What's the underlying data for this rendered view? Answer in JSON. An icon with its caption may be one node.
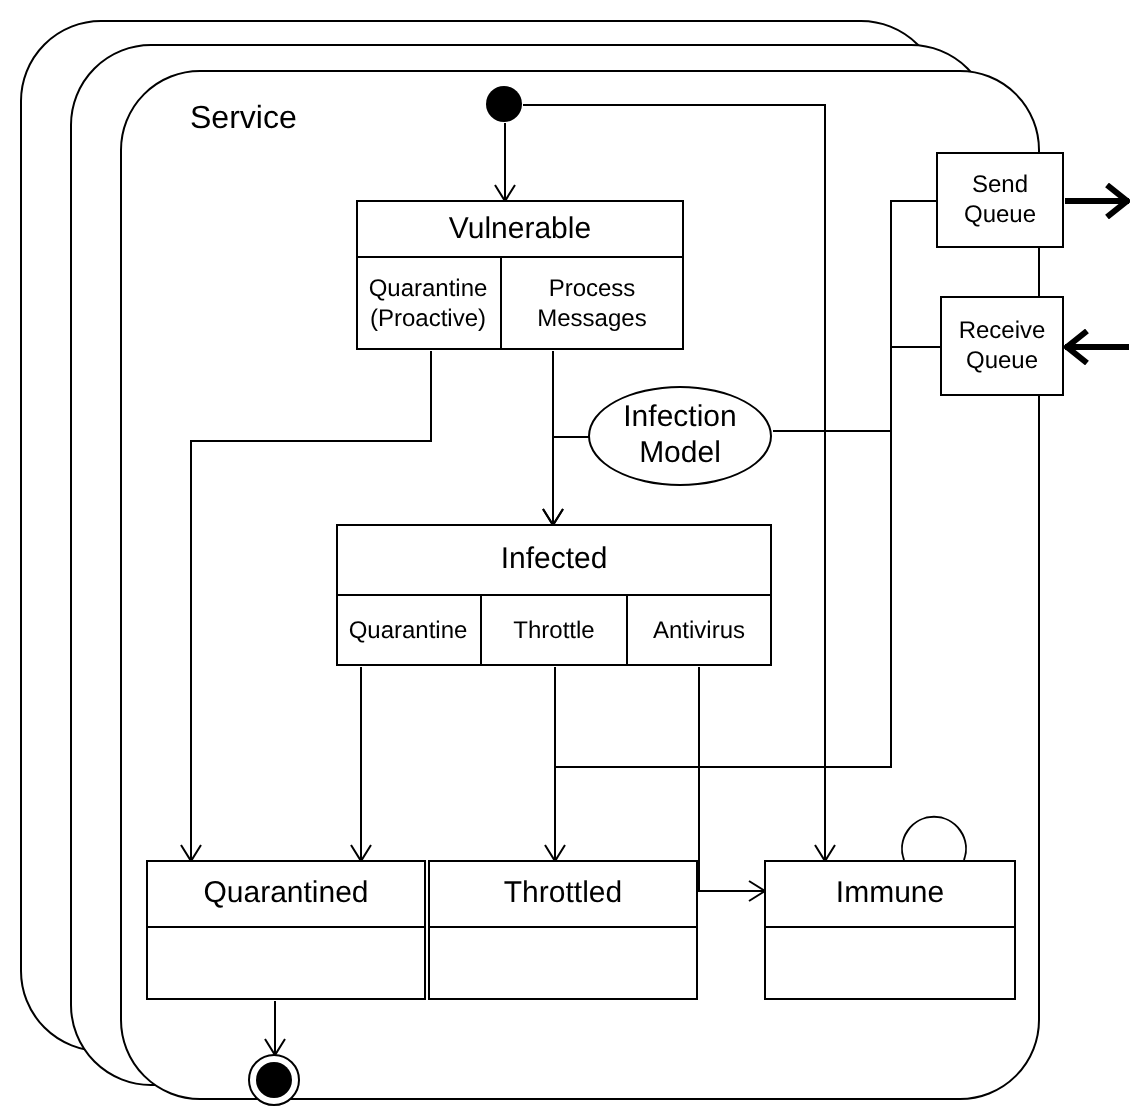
{
  "diagram": {
    "nodes": [
      {
        "text": [
          "Service"
        ]
      },
      {
        "text": [],
        "shape": "circle",
        "in": 0
      },
      {
        "text": [
          "Vulnerable"
        ],
        "in": 0
      },
      {
        "text": [
          "Quarantine (Proactive)"
        ],
        "in": 2
      },
      {
        "text": [
          "Process Messages"
        ],
        "in": 2
      },
      {
        "text": [
          "Infection Model"
        ],
        "in": 0
      },
      {
        "text": [
          "Infected"
        ],
        "in": 0
      },
      {
        "text": [
          "Quarantine"
        ],
        "in": 6
      },
      {
        "text": [
          "Throttle"
        ],
        "in": 6
      },
      {
        "text": [
          "Antivirus"
        ],
        "in": 6
      },
      {
        "text": [
          "Quarantined"
        ],
        "in": 0
      },
      {
        "text": [
          "Throttled"
        ],
        "in": 0
      },
      {
        "text": [
          "Immune"
        ],
        "in": 0
      },
      {
        "text": [
          "Send Queue"
        ]
      },
      {
        "text": [
          "Receive Queue"
        ]
      },
      {
        "text": [],
        "shape": "circle"
      }
    ],
    "edges": [
      {
        "from": 1,
        "to": 2,
        "arrow": "to"
      },
      {
        "from": 1,
        "to": 12,
        "arrow": "to"
      },
      {
        "from": 4,
        "to": 6,
        "arrow": "to"
      },
      {
        "from": 5,
        "to": 6,
        "arrow": "to"
      },
      {
        "from": 3,
        "to": 10,
        "arrow": "to"
      },
      {
        "from": 7,
        "to": 10,
        "arrow": "to"
      },
      {
        "from": 8,
        "to": 11,
        "arrow": "to"
      },
      {
        "from": 9,
        "to": 12,
        "arrow": "to"
      },
      {
        "from": 8,
        "to": 14,
        "arrow": "none"
      },
      {
        "from": 5,
        "to": 13,
        "arrow": "none"
      },
      {
        "from": 5,
        "to": 14,
        "arrow": "none"
      },
      {
        "from": 12,
        "to": 12,
        "arrow": "none"
      },
      {
        "from": 10,
        "to": 15,
        "arrow": "to"
      },
      {
        "from": 13,
        "to": null,
        "arrow": "to",
        "style": "thick"
      },
      {
        "from": null,
        "to": 14,
        "arrow": "to",
        "style": "thick"
      }
    ]
  }
}
